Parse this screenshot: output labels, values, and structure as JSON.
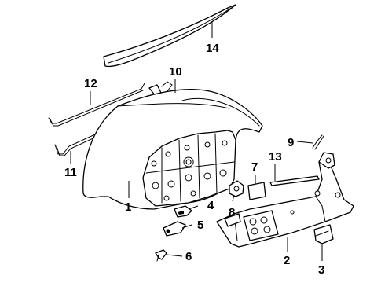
{
  "callouts": [
    {
      "id": "c1",
      "number": "1"
    },
    {
      "id": "c2",
      "number": "2"
    },
    {
      "id": "c3",
      "number": "3"
    },
    {
      "id": "c4",
      "number": "4"
    },
    {
      "id": "c5",
      "number": "5"
    },
    {
      "id": "c6",
      "number": "6"
    },
    {
      "id": "c7",
      "number": "7"
    },
    {
      "id": "c8",
      "number": "8"
    },
    {
      "id": "c9",
      "number": "9"
    },
    {
      "id": "c10",
      "number": "10"
    },
    {
      "id": "c11",
      "number": "11"
    },
    {
      "id": "c12",
      "number": "12"
    },
    {
      "id": "c13",
      "number": "13"
    },
    {
      "id": "c14",
      "number": "14"
    }
  ]
}
